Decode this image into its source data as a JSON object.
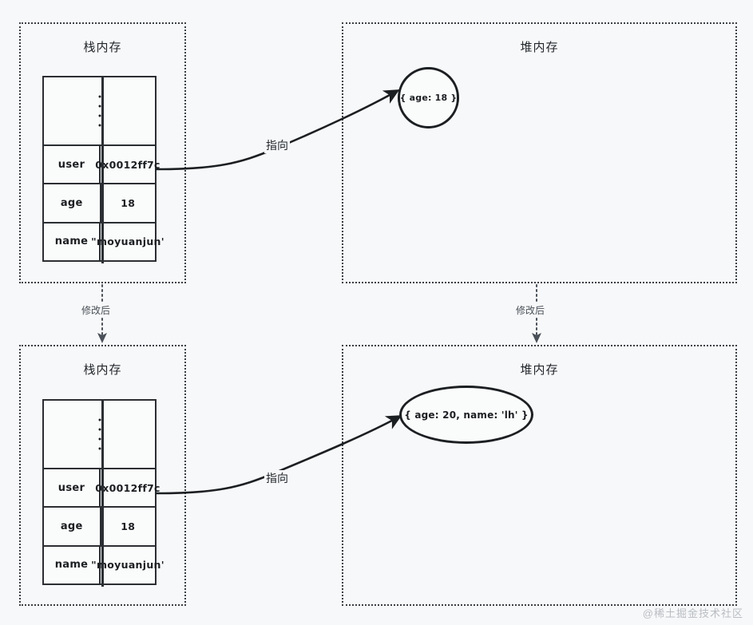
{
  "regions": {
    "stack_top": {
      "title": "栈内存"
    },
    "heap_top": {
      "title": "堆内存"
    },
    "stack_bottom": {
      "title": "栈内存"
    },
    "heap_bottom": {
      "title": "堆内存"
    }
  },
  "stack_table_top": {
    "ellipsis": "⋮",
    "rows": [
      {
        "key": "user",
        "value": "0x0012ff7c"
      },
      {
        "key": "age",
        "value": "18"
      },
      {
        "key": "name",
        "value": "\"moyuanjun'"
      }
    ]
  },
  "stack_table_bottom": {
    "ellipsis": "⋮",
    "rows": [
      {
        "key": "user",
        "value": "0x0012ff7c"
      },
      {
        "key": "age",
        "value": "18"
      },
      {
        "key": "name",
        "value": "\"moyuanjun'"
      }
    ]
  },
  "heap_object_top": {
    "text": "{  age: 18 }"
  },
  "heap_object_bottom": {
    "text": "{  age: 20, name: 'lh' }"
  },
  "arrows": {
    "pointer_top_label": "指向",
    "pointer_bottom_label": "指向",
    "transition_stack_label": "修改后",
    "transition_heap_label": "修改后"
  },
  "watermark": {
    "text": "@稀土掘金技术社区"
  },
  "colors": {
    "background": "#f7f8f9",
    "stroke": "#1c1f22",
    "dotted_border": "#3a3f45",
    "watermark": "#b9bdc2"
  }
}
